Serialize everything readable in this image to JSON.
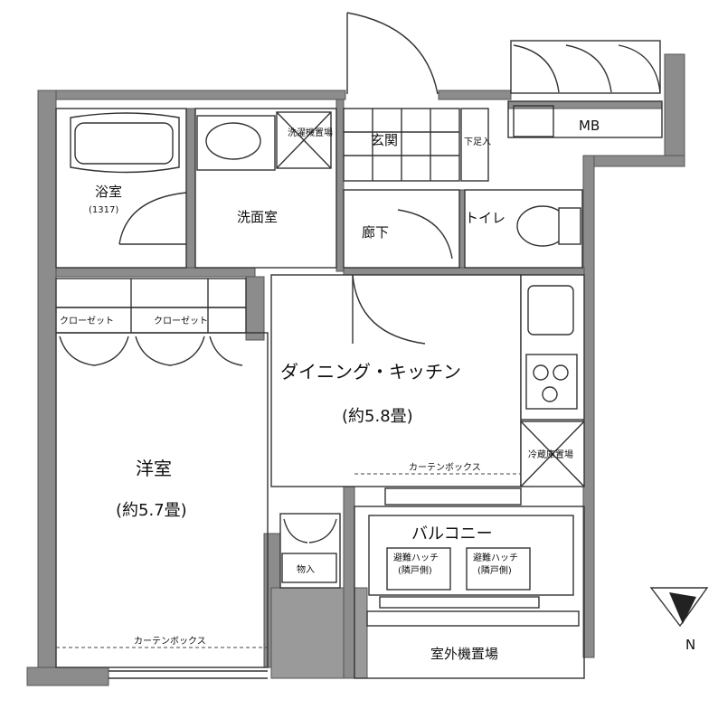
{
  "rooms": {
    "bath": "浴室",
    "bath_size": "(1317)",
    "washroom": "洗面室",
    "laundry": "洗濯機置場",
    "entrance": "玄関",
    "shoe_box": "下足入",
    "hallway": "廊下",
    "toilet": "トイレ",
    "mb": "MB",
    "closet_1": "クローゼット",
    "closet_2": "クローゼット",
    "western_room": "洋室",
    "western_size": "(約5.7畳)",
    "dining_kitchen": "ダイニング・キッチン",
    "dk_size": "(約5.8畳)",
    "fridge": "冷蔵庫置場",
    "storage": "物入",
    "balcony": "バルコニー",
    "hatch_1": "避難ハッチ",
    "hatch_1_sub": "(隣戸側)",
    "hatch_2": "避難ハッチ",
    "hatch_2_sub": "(隣戸側)",
    "outdoor_unit": "室外機置場"
  },
  "curtain_box_1": "カーテンボックス",
  "curtain_box_2": "カーテンボックス",
  "compass": {
    "label": "N",
    "icon": "north-arrow-icon"
  }
}
